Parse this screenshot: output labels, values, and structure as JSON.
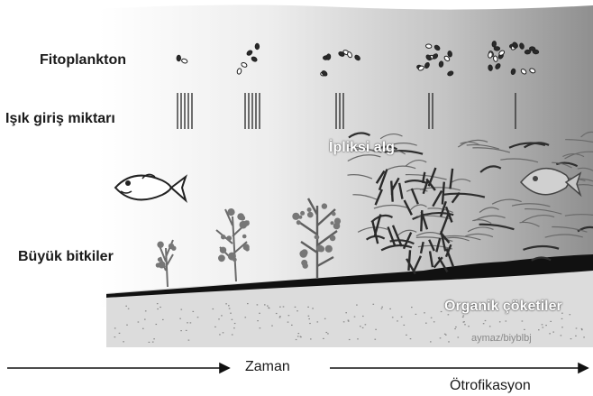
{
  "labels": {
    "phytoplankton": "Fitoplankton",
    "light": "Işık giriş miktarı",
    "filamentous_algae": "İpliksi alg",
    "large_plants": "Büyük bitkiler",
    "sediment": "Organik çöketiler",
    "credit": "aymaz/biyblbj",
    "time": "Zaman",
    "eutrophication": "Ötrofikasyon"
  },
  "stages": [
    {
      "phytoplankton_particles": 2,
      "light_lines": 5
    },
    {
      "phytoplankton_particles": 5,
      "light_lines": 5
    },
    {
      "phytoplankton_particles": 8,
      "light_lines": 3
    },
    {
      "phytoplankton_particles": 12,
      "light_lines": 2
    },
    {
      "phytoplankton_particles": 20,
      "light_lines": 1
    }
  ],
  "colors": {
    "water_light": "#ffffff",
    "water_dark": "#8f8f8f",
    "sediment": "#dcdcdc",
    "organic_layer": "#111111",
    "plant": "#6e6e6e",
    "algae": "#555555"
  }
}
